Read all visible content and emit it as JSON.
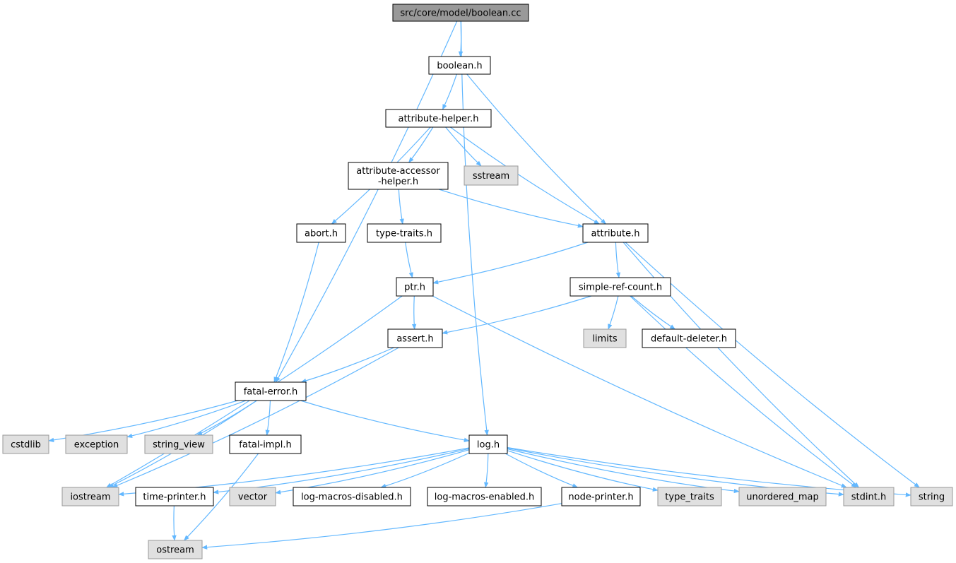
{
  "graph": {
    "colors": {
      "edge": "#63b8ff",
      "root_fill": "#999999",
      "local_fill": "#ffffff",
      "system_fill": "#e0e0e0",
      "local_stroke": "#000000",
      "system_stroke": "#999999"
    },
    "nodes": [
      {
        "id": "root",
        "label": "src/core/model/boolean.cc",
        "kind": "root"
      },
      {
        "id": "boolean",
        "label": "boolean.h",
        "kind": "local"
      },
      {
        "id": "attr_helper",
        "label": "attribute-helper.h",
        "kind": "local"
      },
      {
        "id": "attr_accessor",
        "label": "attribute-accessor\n-helper.h",
        "kind": "local"
      },
      {
        "id": "sstream",
        "label": "sstream",
        "kind": "system"
      },
      {
        "id": "abort",
        "label": "abort.h",
        "kind": "local"
      },
      {
        "id": "type_traits_h",
        "label": "type-traits.h",
        "kind": "local"
      },
      {
        "id": "attribute",
        "label": "attribute.h",
        "kind": "local"
      },
      {
        "id": "ptr",
        "label": "ptr.h",
        "kind": "local"
      },
      {
        "id": "simple_ref",
        "label": "simple-ref-count.h",
        "kind": "local"
      },
      {
        "id": "limits",
        "label": "limits",
        "kind": "system"
      },
      {
        "id": "default_deleter",
        "label": "default-deleter.h",
        "kind": "local"
      },
      {
        "id": "assert",
        "label": "assert.h",
        "kind": "local"
      },
      {
        "id": "fatal_error",
        "label": "fatal-error.h",
        "kind": "local"
      },
      {
        "id": "cstdlib",
        "label": "cstdlib",
        "kind": "system"
      },
      {
        "id": "exception",
        "label": "exception",
        "kind": "system"
      },
      {
        "id": "string_view",
        "label": "string_view",
        "kind": "system"
      },
      {
        "id": "fatal_impl",
        "label": "fatal-impl.h",
        "kind": "local"
      },
      {
        "id": "log",
        "label": "log.h",
        "kind": "local"
      },
      {
        "id": "iostream",
        "label": "iostream",
        "kind": "system"
      },
      {
        "id": "time_printer",
        "label": "time-printer.h",
        "kind": "local"
      },
      {
        "id": "vector",
        "label": "vector",
        "kind": "system"
      },
      {
        "id": "log_macros_disabled",
        "label": "log-macros-disabled.h",
        "kind": "local"
      },
      {
        "id": "log_macros_enabled",
        "label": "log-macros-enabled.h",
        "kind": "local"
      },
      {
        "id": "node_printer",
        "label": "node-printer.h",
        "kind": "local"
      },
      {
        "id": "type_traits",
        "label": "type_traits",
        "kind": "system"
      },
      {
        "id": "unordered_map",
        "label": "unordered_map",
        "kind": "system"
      },
      {
        "id": "stdint",
        "label": "stdint.h",
        "kind": "system"
      },
      {
        "id": "string",
        "label": "string",
        "kind": "system"
      },
      {
        "id": "ostream",
        "label": "ostream",
        "kind": "system"
      }
    ],
    "edges": [
      [
        "root",
        "boolean"
      ],
      [
        "root",
        "fatal_error"
      ],
      [
        "root",
        "log"
      ],
      [
        "boolean",
        "attr_helper"
      ],
      [
        "boolean",
        "attribute"
      ],
      [
        "attr_helper",
        "abort"
      ],
      [
        "attr_helper",
        "attr_accessor"
      ],
      [
        "attr_helper",
        "sstream"
      ],
      [
        "attr_helper",
        "attribute"
      ],
      [
        "attr_accessor",
        "type_traits_h"
      ],
      [
        "attr_accessor",
        "attribute"
      ],
      [
        "abort",
        "fatal_error"
      ],
      [
        "type_traits_h",
        "ptr"
      ],
      [
        "attribute",
        "ptr"
      ],
      [
        "attribute",
        "simple_ref"
      ],
      [
        "attribute",
        "stdint"
      ],
      [
        "attribute",
        "string"
      ],
      [
        "ptr",
        "assert"
      ],
      [
        "ptr",
        "iostream"
      ],
      [
        "ptr",
        "stdint"
      ],
      [
        "simple_ref",
        "assert"
      ],
      [
        "simple_ref",
        "limits"
      ],
      [
        "simple_ref",
        "default_deleter"
      ],
      [
        "simple_ref",
        "stdint"
      ],
      [
        "assert",
        "fatal_error"
      ],
      [
        "assert",
        "iostream"
      ],
      [
        "fatal_error",
        "cstdlib"
      ],
      [
        "fatal_error",
        "exception"
      ],
      [
        "fatal_error",
        "string_view"
      ],
      [
        "fatal_error",
        "fatal_impl"
      ],
      [
        "fatal_error",
        "iostream"
      ],
      [
        "fatal_error",
        "log"
      ],
      [
        "fatal_impl",
        "ostream"
      ],
      [
        "log",
        "iostream"
      ],
      [
        "log",
        "time_printer"
      ],
      [
        "log",
        "vector"
      ],
      [
        "log",
        "log_macros_disabled"
      ],
      [
        "log",
        "log_macros_enabled"
      ],
      [
        "log",
        "node_printer"
      ],
      [
        "log",
        "type_traits"
      ],
      [
        "log",
        "unordered_map"
      ],
      [
        "log",
        "stdint"
      ],
      [
        "log",
        "string"
      ],
      [
        "time_printer",
        "ostream"
      ],
      [
        "node_printer",
        "ostream"
      ]
    ]
  }
}
